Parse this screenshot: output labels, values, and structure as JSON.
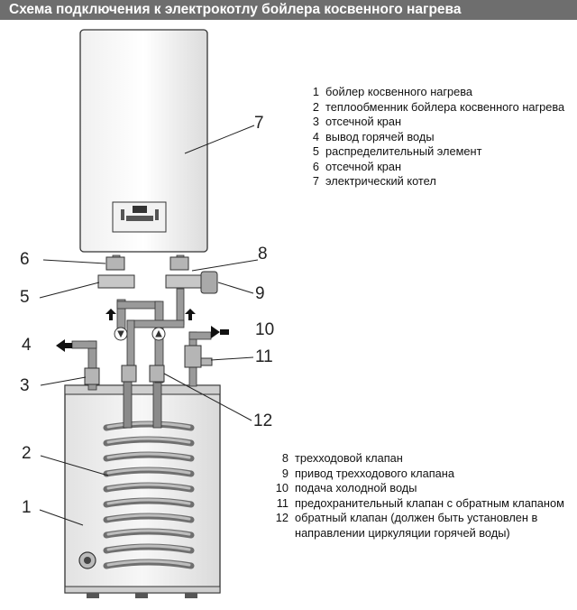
{
  "title": "Схема подключения к электрокотлу бойлера косвенного нагрева",
  "callouts": {
    "c1": "1",
    "c2": "2",
    "c3": "3",
    "c4": "4",
    "c5": "5",
    "c6": "6",
    "c7": "7",
    "c8": "8",
    "c9": "9",
    "c10": "10",
    "c11": "11",
    "c12": "12"
  },
  "legend_top": [
    {
      "num": "1",
      "text": "бойлер косвенного нагрева"
    },
    {
      "num": "2",
      "text": "теплообменник бойлера косвенного нагрева"
    },
    {
      "num": "3",
      "text": "отсечной кран"
    },
    {
      "num": "4",
      "text": "вывод горячей воды"
    },
    {
      "num": "5",
      "text": "распределительный элемент"
    },
    {
      "num": "6",
      "text": "отсечной кран"
    },
    {
      "num": "7",
      "text": "электрический котел"
    }
  ],
  "legend_bottom": [
    {
      "num": "8",
      "text": "трехходовой клапан"
    },
    {
      "num": "9",
      "text": "привод трехходового клапана"
    },
    {
      "num": "10",
      "text": "подача холодной воды"
    },
    {
      "num": "11",
      "text": "предохранительный клапан с обратным клапаном"
    },
    {
      "num": "12",
      "text": "обратный клапан (должен быть установлен в направлении циркуляции горячей воды)"
    }
  ],
  "colors": {
    "title_bar": "#6e6e6e",
    "coil": "#8a8a8a",
    "pipe": "#9a9a9a",
    "tank": "#ececec"
  }
}
